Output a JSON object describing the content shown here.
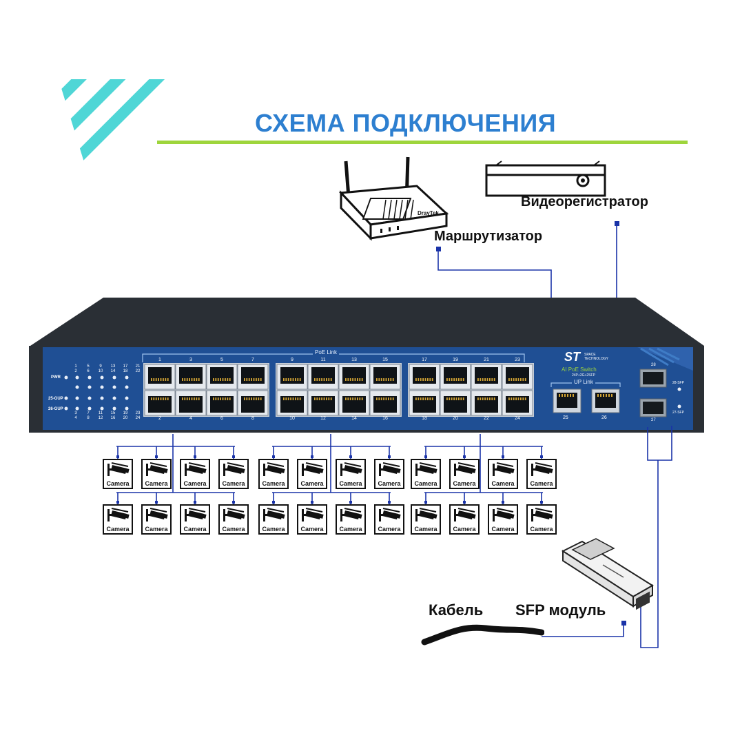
{
  "title": "СХЕМА ПОДКЛЮЧЕНИЯ",
  "devices": {
    "router": {
      "label": "Маршрутизатор",
      "brand": "DrayTek"
    },
    "nvr": {
      "label": "Видеорегистратор"
    },
    "sfp_module": {
      "label": "SFP модуль"
    },
    "cable": {
      "label": "Кабель"
    }
  },
  "switch": {
    "brand_logo": "ST",
    "brand_small": "SPACE TECHNOLOGY",
    "model_name": "AI PoE Switch",
    "model_spec": "24P+2G+2SFP",
    "poe_group_label": "PoE Link",
    "uplink_group_label": "UP Link",
    "led_labels": [
      "PWR",
      "25-GUP",
      "26-GUP"
    ],
    "led_numbers_top": [
      "1",
      "5",
      "9",
      "13",
      "17",
      "21",
      "2",
      "6",
      "10",
      "14",
      "18",
      "22"
    ],
    "led_numbers_bottom": [
      "3",
      "7",
      "11",
      "15",
      "19",
      "23",
      "4",
      "8",
      "12",
      "16",
      "20",
      "24"
    ],
    "port_top_numbers": [
      "1",
      "3",
      "5",
      "7",
      "9",
      "11",
      "13",
      "15",
      "17",
      "19",
      "21",
      "23"
    ],
    "port_bottom_numbers": [
      "2",
      "4",
      "6",
      "8",
      "10",
      "12",
      "14",
      "16",
      "18",
      "20",
      "22",
      "24"
    ],
    "uplink_ports": [
      "25",
      "26"
    ],
    "sfp_ports": [
      "28",
      "27"
    ],
    "sfp_led_labels": [
      "28-SFP",
      "27-SFP"
    ]
  },
  "camera_label": "Camera",
  "colors": {
    "title": "#2d7fd0",
    "title_rule": "#9ed53c",
    "stripes": "#4fd6d6",
    "panel": "#1f4f94",
    "chassis": "#2a2f35",
    "link": "#1a33a8"
  }
}
